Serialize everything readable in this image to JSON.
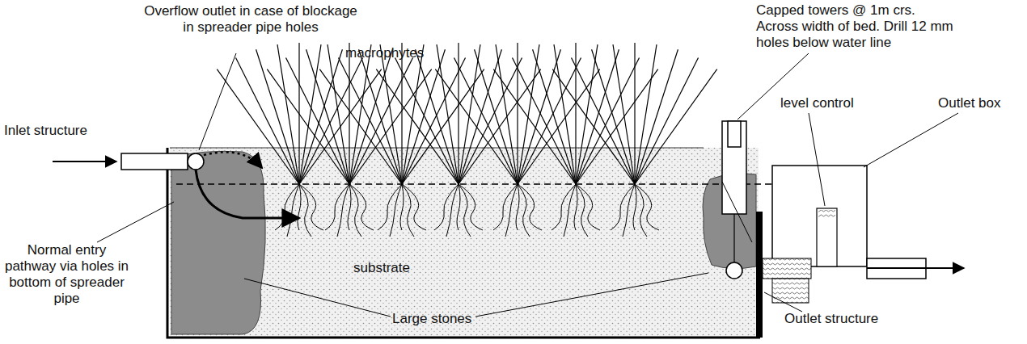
{
  "diagram": {
    "labels": [
      "Overflow outlet in case of blockage in spreader pipe holes",
      "macrophytes",
      "Capped towers @ 1m crs. Across width of bed. Drill 12 mm holes below water line",
      "Inlet structure",
      "level control",
      "Outlet box",
      "Normal entry pathway via holes in bottom of spreader pipe",
      "substrate",
      "Large stones",
      "Outlet structure"
    ]
  }
}
